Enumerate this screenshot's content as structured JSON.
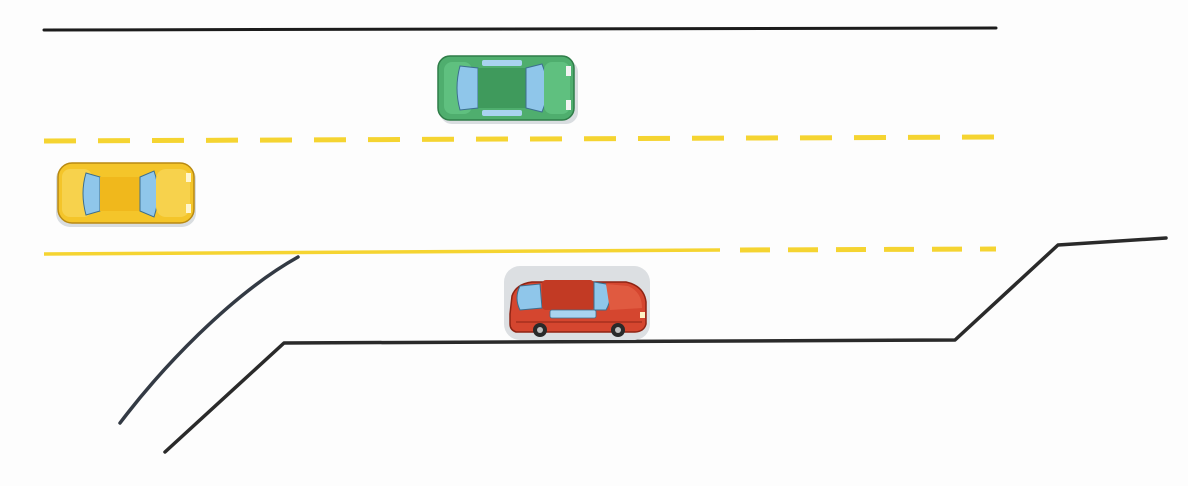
{
  "scene": {
    "description_free": true,
    "colors": {
      "background": "#fdfdfd",
      "road_edge": "#1c1c1c",
      "lane_line_yellow": "#f5d431",
      "car_green": "#4fae6e",
      "car_yellow": "#f4c52a",
      "car_red": "#d5462f",
      "glass": "#8fc6ea",
      "tire": "#2a2a2a"
    },
    "icons": {
      "green_car": "car-top-view-icon",
      "yellow_car": "car-top-view-icon",
      "red_car": "car-side-view-icon"
    },
    "elements": {
      "upper_lane_divider": "dashed",
      "lower_lane_divider": "solid-then-dashed",
      "cars": [
        "green",
        "yellow",
        "red"
      ]
    }
  }
}
